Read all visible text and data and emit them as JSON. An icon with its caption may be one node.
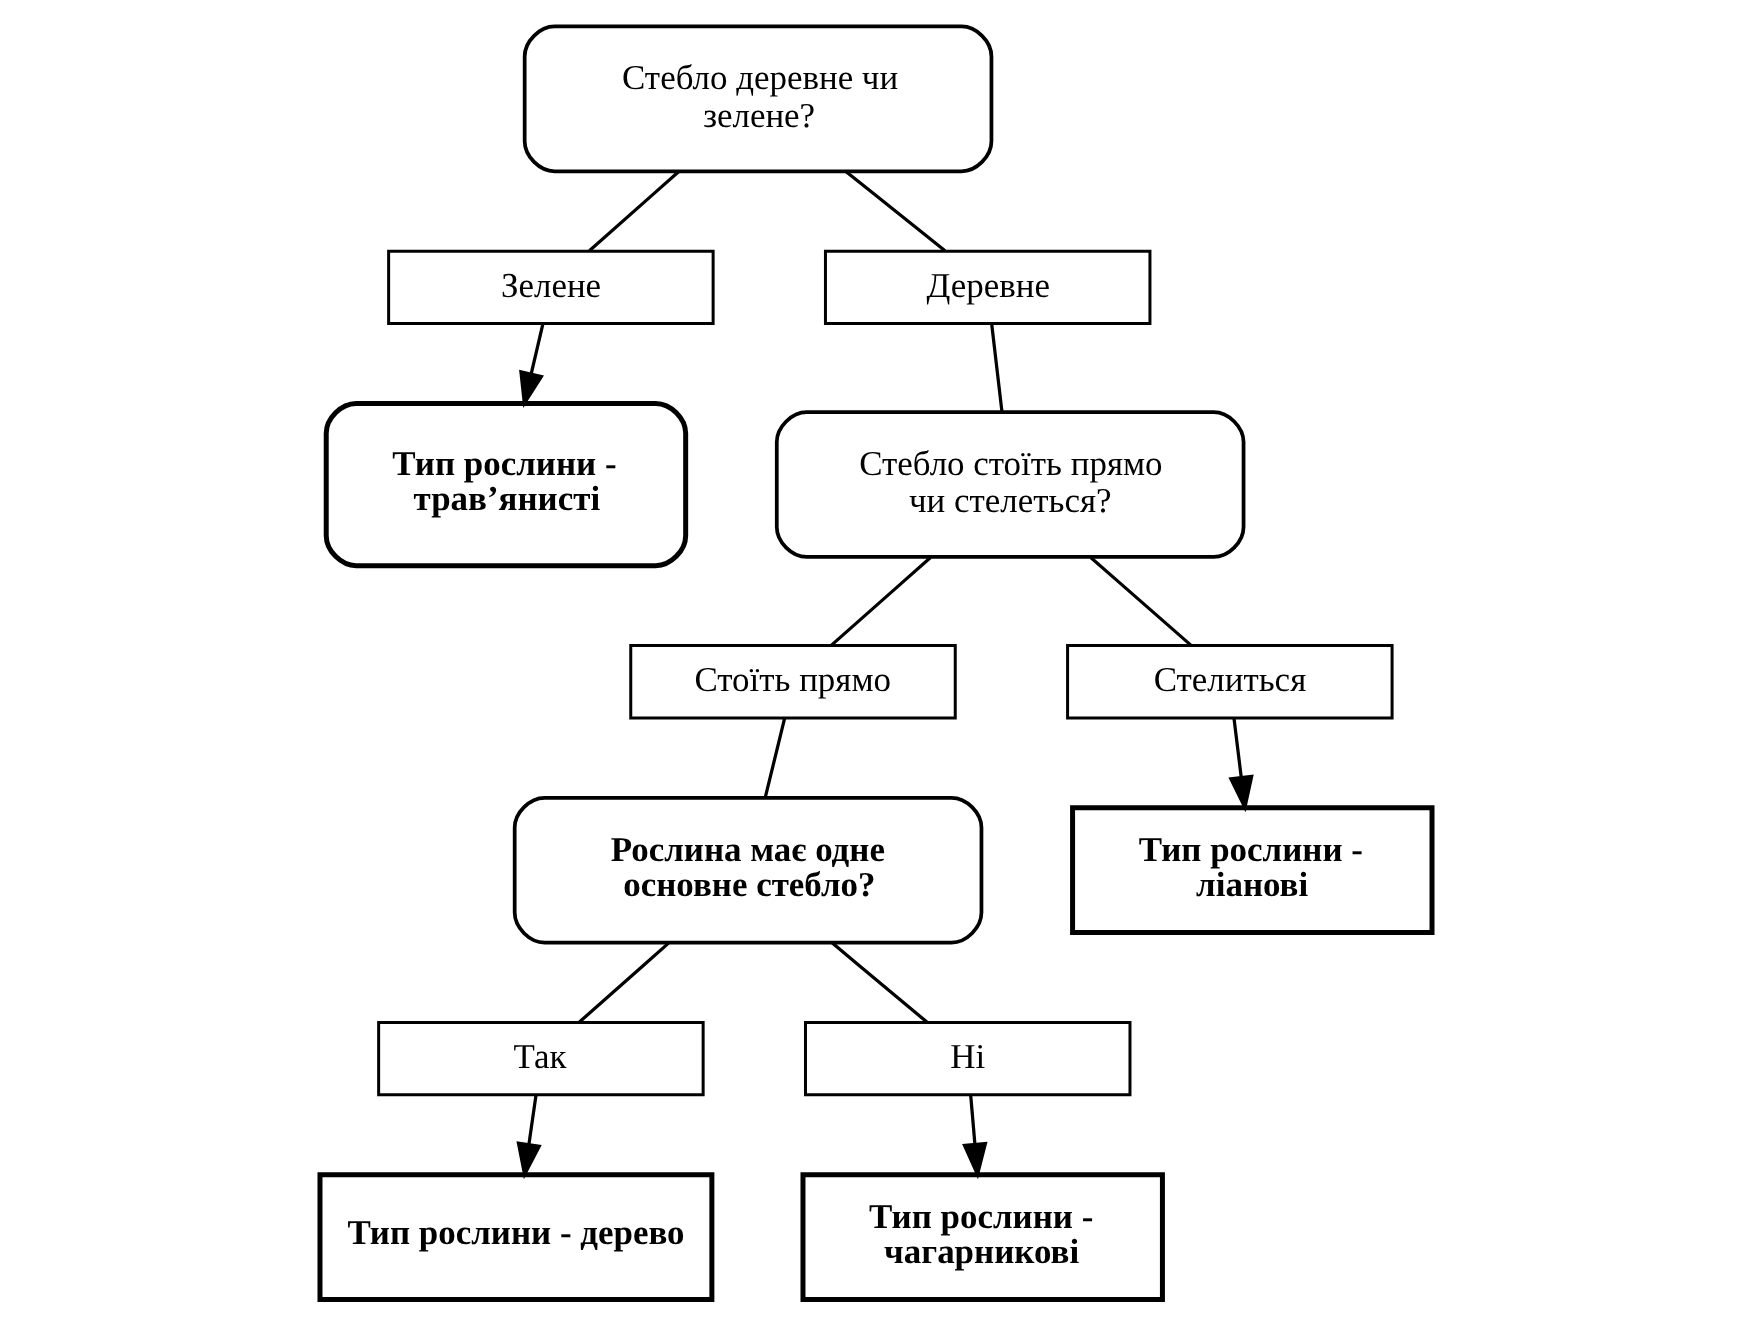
{
  "diagram": {
    "nodes": [
      {
        "text": [
          "Стебло деревне чи зелене?"
        ]
      },
      {
        "text": [
          "Зелене"
        ]
      },
      {
        "text": [
          "Деревне"
        ]
      },
      {
        "text": [
          "Тип рослини - трав’янисті"
        ]
      },
      {
        "text": [
          "Стебло стоїть прямо чи стелеться?"
        ]
      },
      {
        "text": [
          "Стоїть прямо"
        ]
      },
      {
        "text": [
          "Стелиться"
        ]
      },
      {
        "text": [
          "Рослина має одне основне стебло?"
        ]
      },
      {
        "text": [
          "Так"
        ]
      },
      {
        "text": [
          "Ні"
        ]
      },
      {
        "text": [
          "Тип рослини - дерево"
        ]
      },
      {
        "text": [
          "Тип рослини - чагарникові"
        ]
      },
      {
        "text": [
          "Тип рослини - ліанові"
        ]
      }
    ],
    "edges": [
      {
        "from": 0,
        "to": 1,
        "arrow": "none"
      },
      {
        "from": 0,
        "to": 2,
        "arrow": "none"
      },
      {
        "from": 1,
        "to": 3,
        "arrow": "to"
      },
      {
        "from": 2,
        "to": 4,
        "arrow": "none"
      },
      {
        "from": 4,
        "to": 5,
        "arrow": "none"
      },
      {
        "from": 4,
        "to": 6,
        "arrow": "none"
      },
      {
        "from": 6,
        "to": 12,
        "arrow": "to"
      },
      {
        "from": 5,
        "to": 7,
        "arrow": "none"
      },
      {
        "from": 7,
        "to": 8,
        "arrow": "none"
      },
      {
        "from": 7,
        "to": 9,
        "arrow": "none"
      },
      {
        "from": 8,
        "to": 10,
        "arrow": "to"
      },
      {
        "from": 9,
        "to": 11,
        "arrow": "to"
      }
    ]
  }
}
